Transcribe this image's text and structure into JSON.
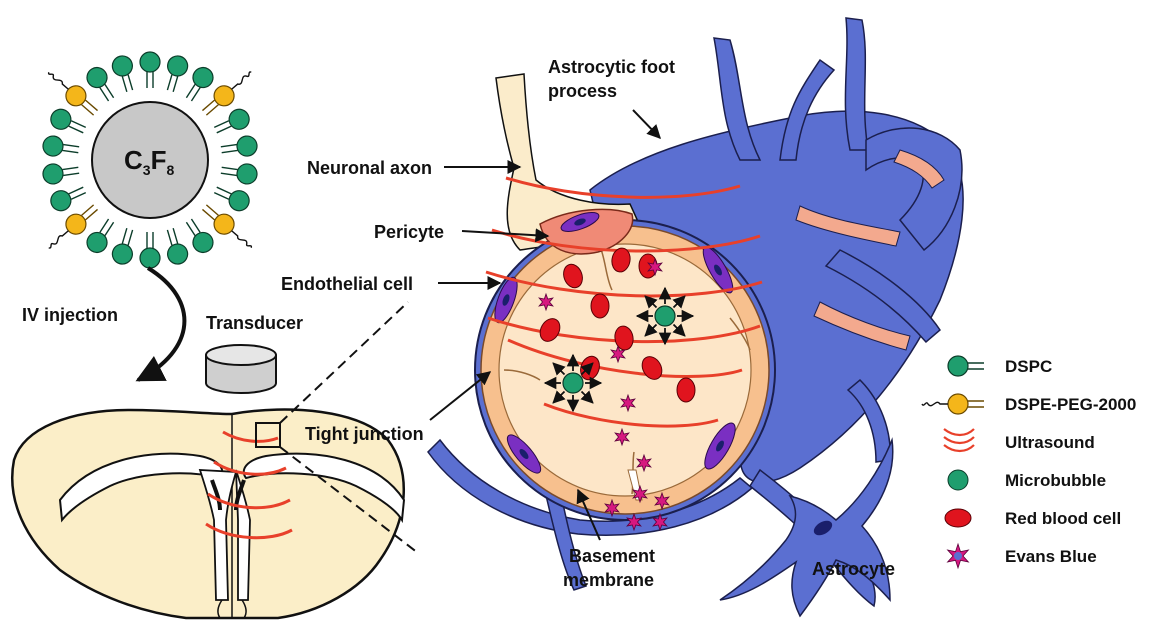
{
  "microbubble": {
    "core_letter_1": "C",
    "core_sub_1": "3",
    "core_letter_2": "F",
    "core_sub_2": "8"
  },
  "labels": {
    "iv_injection": "IV injection",
    "transducer": "Transducer",
    "astrocytic_foot_line1": "Astrocytic foot",
    "astrocytic_foot_line2": "process",
    "neuronal_axon": "Neuronal axon",
    "pericyte": "Pericyte",
    "endothelial_cell": "Endothelial cell",
    "tight_junction": "Tight junction",
    "basement_line1": "Basement",
    "basement_line2": "membrane",
    "astrocyte": "Astrocyte"
  },
  "legend": [
    {
      "icon": "dspc-lipid-icon",
      "label": "DSPC"
    },
    {
      "icon": "dspe-peg-lipid-icon",
      "label": "DSPE-PEG-2000"
    },
    {
      "icon": "ultrasound-waves-icon",
      "label": "Ultrasound"
    },
    {
      "icon": "microbubble-icon",
      "label": "Microbubble"
    },
    {
      "icon": "red-blood-cell-icon",
      "label": "Red blood cell"
    },
    {
      "icon": "evans-blue-icon",
      "label": "Evans Blue"
    }
  ],
  "colors": {
    "dspc_green": "#1f9e6e",
    "peg_yellow": "#f4b61a",
    "ultrasound_red": "#e8402a",
    "rbc_red": "#e0141e",
    "evans_magenta": "#d6187f",
    "astrocyte_blue": "#5b6fd1",
    "endothelial_purple": "#7a2fc2",
    "vessel_peach": "#f7c08e",
    "lumen_cream": "#fde6c8",
    "axon_cream": "#fbeccb",
    "brain_tissue": "#fbeec8",
    "gas_core_gray": "#c8c8c8"
  }
}
